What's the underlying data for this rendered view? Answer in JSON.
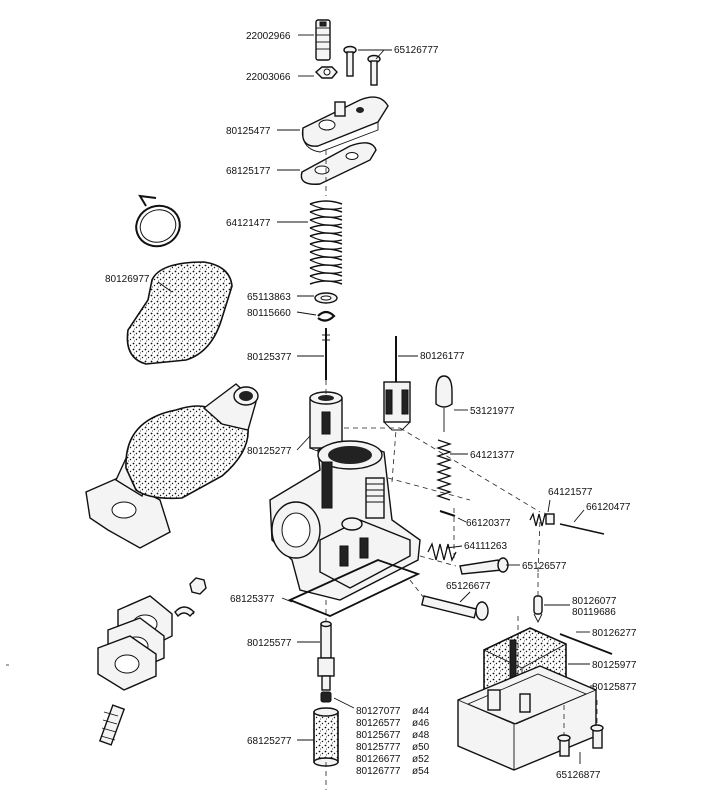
{
  "labels": {
    "p22002966": "22002966",
    "p65126777_top": "65126777",
    "p22003066": "22003066",
    "p80125477": "80125477",
    "p68125177": "68125177",
    "p64121477": "64121477",
    "p80126977": "80126977",
    "p65113863": "65113863",
    "p80115660": "80115660",
    "p80126177": "80126177",
    "p80125377": "80125377",
    "p53121977": "53121977",
    "p80125277": "80125277",
    "p64121377": "64121377",
    "p64121577": "64121577",
    "p66120477": "66120477",
    "p66120377": "66120377",
    "p64111263": "64111263",
    "p65126577": "65126577",
    "p65126677": "65126677",
    "p68125377": "68125377",
    "p80126077": "80126077",
    "p80119686": "80119686",
    "p80125577": "80125577",
    "p80126277": "80126277",
    "p80125977": "80125977",
    "p80125877": "80125877",
    "p68125277": "68125277",
    "p65126877": "65126877"
  },
  "jets": [
    {
      "code": "80127077",
      "size": "ø44"
    },
    {
      "code": "80126577",
      "size": "ø46"
    },
    {
      "code": "80125677",
      "size": "ø48"
    },
    {
      "code": "80125777",
      "size": "ø50"
    },
    {
      "code": "80126677",
      "size": "ø52"
    },
    {
      "code": "80126777",
      "size": "ø54"
    }
  ]
}
